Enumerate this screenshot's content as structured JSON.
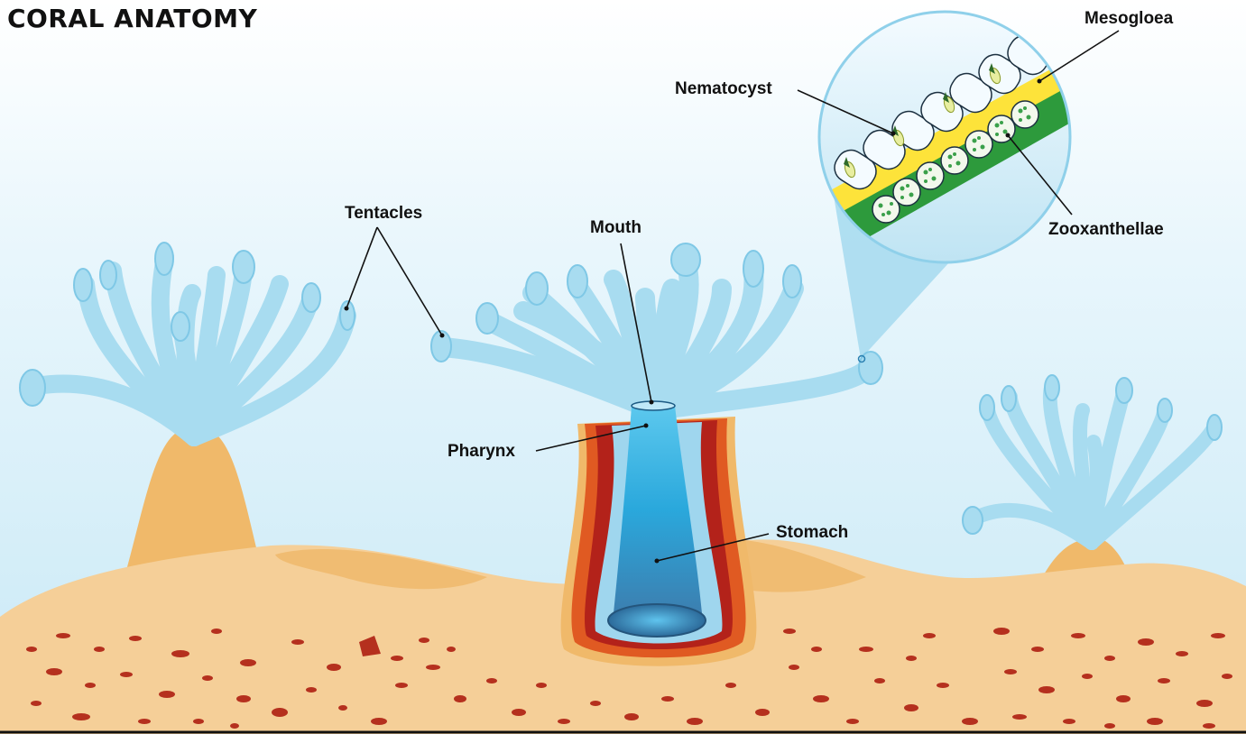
{
  "title": "CORAL ANATOMY",
  "labels": {
    "tentacles": "Tentacles",
    "mouth": "Mouth",
    "pharynx": "Pharynx",
    "stomach": "Stomach",
    "nematocyst": "Nematocyst",
    "mesogloea": "Mesogloea",
    "zooxanthellae": "Zooxanthellae"
  },
  "colors": {
    "water": "#d4eef8",
    "tentacle": "#a8dcf0",
    "tentacle_outline": "#7fc8e6",
    "sand": "#f5cf98",
    "coral_base": "#f0b96a",
    "outer_wall": "#e05a22",
    "inner_wall": "#b3221a",
    "pharynx": "#30aee0",
    "stomach": "#3f86b8",
    "mesogloea": "#fde33a",
    "gastrodermis": "#2d9a3c",
    "sand_specks": "#b5301e"
  }
}
